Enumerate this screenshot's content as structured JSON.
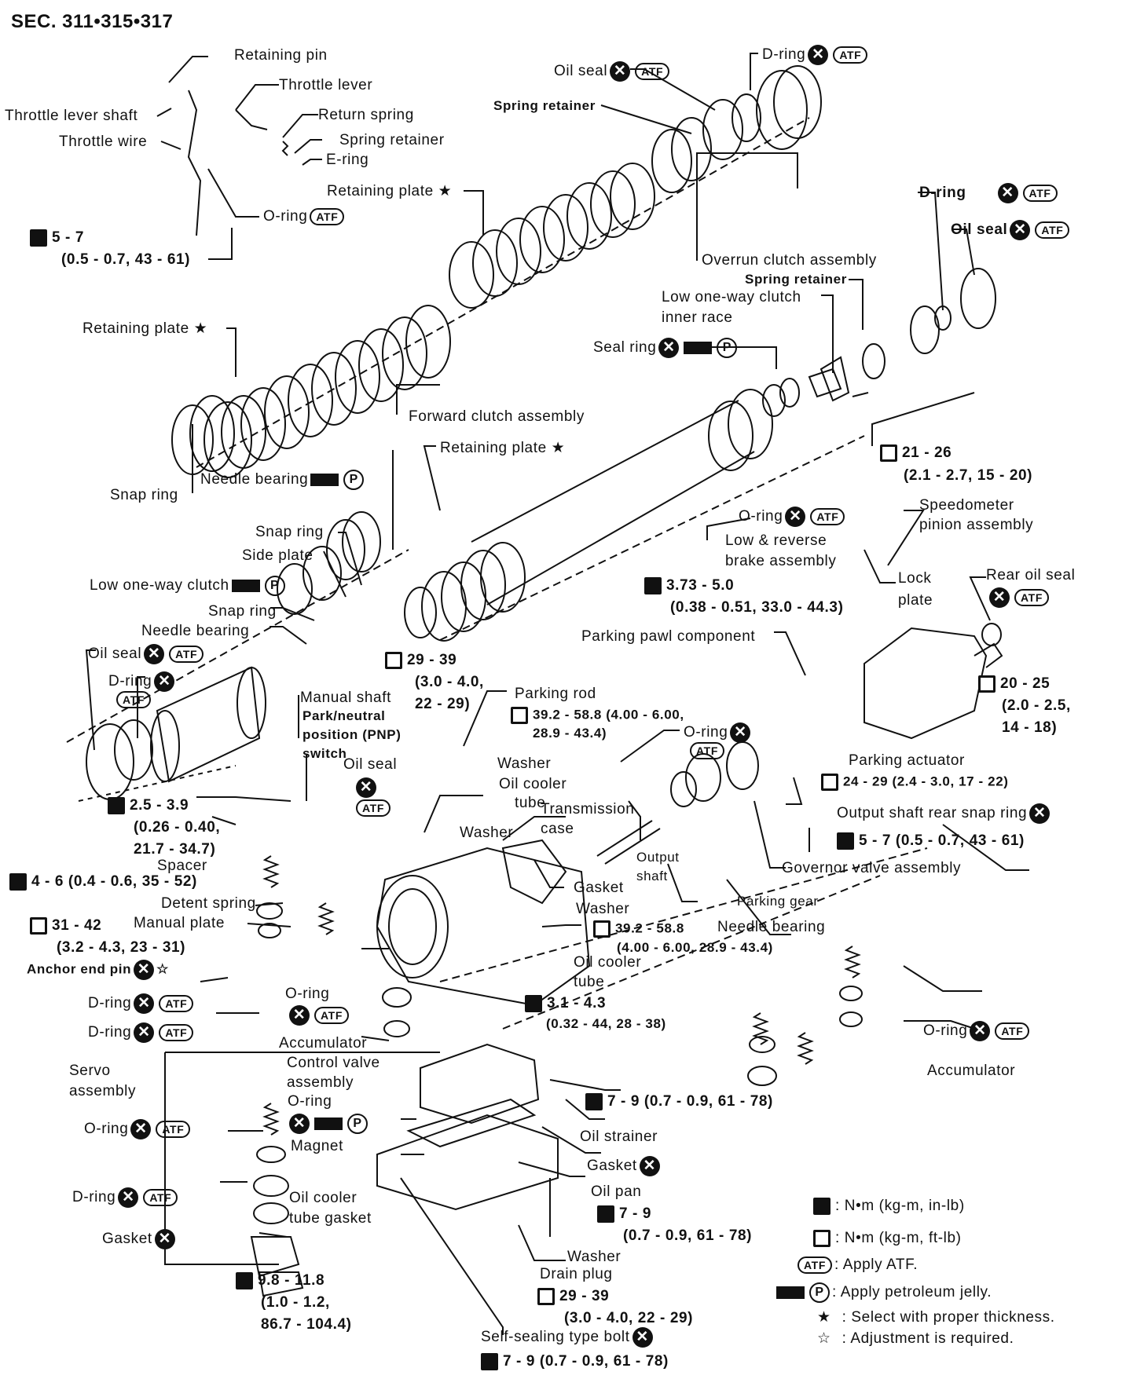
{
  "section": "SEC. 311•315•317",
  "icons": {
    "replace": "x-circle-icon",
    "atf": "ATF",
    "jelly": "petroleum-jelly-icon",
    "petroleum": "P",
    "torque_inlb": "torque-wrench-inlb-icon",
    "torque_ftlb": "torque-wrench-ftlb-icon"
  },
  "labels": {
    "retaining_pin": "Retaining pin",
    "throttle_lever": "Throttle lever",
    "throttle_lever_shaft": "Throttle lever shaft",
    "return_spring": "Return spring",
    "throttle_wire": "Throttle wire",
    "spring_retainer_top": "Spring retainer",
    "e_ring": "E-ring",
    "o_ring_top": "O-ring",
    "retaining_plate_1": "Retaining plate ★",
    "torque_5_7_top": "5 - 7",
    "torque_5_7_top_sub": "(0.5 - 0.7, 43 - 61)",
    "oil_seal_top": "Oil seal",
    "spring_retainer_2": "Spring retainer",
    "d_ring_top": "D-ring",
    "overrun_clutch": "Overrun clutch assembly",
    "d_ring_right": "D-ring",
    "oil_seal_right": "Oil seal",
    "spring_retainer_3": "Spring retainer",
    "low_one_way_inner_1": "Low one-way clutch",
    "low_one_way_inner_2": "inner race",
    "retaining_plate_2": "Retaining plate ★",
    "seal_ring": "Seal ring",
    "forward_clutch": "Forward clutch assembly",
    "snap_ring_1": "Snap ring",
    "needle_bearing_1": "Needle bearing",
    "retaining_plate_3": "Retaining plate ★",
    "torque_21_26": "21 - 26",
    "torque_21_26_sub": "(2.1 - 2.7, 15 - 20)",
    "o_ring_mid": "O-ring",
    "speedo_1": "Speedometer",
    "speedo_2": "pinion assembly",
    "low_reverse_1": "Low & reverse",
    "low_reverse_2": "brake assembly",
    "snap_ring_2": "Snap ring",
    "side_plate": "Side plate",
    "low_one_way": "Low one-way clutch",
    "torque_373": "3.73 - 5.0",
    "torque_373_sub": "(0.38 - 0.51, 33.0 - 44.3)",
    "lock_plate_1": "Lock",
    "lock_plate_2": "plate",
    "rear_oil_seal": "Rear oil seal",
    "snap_ring_3": "Snap ring",
    "needle_bearing_2": "Needle bearing",
    "parking_pawl": "Parking pawl component",
    "oil_seal_left": "Oil seal",
    "d_ring_left": "D-ring",
    "torque_29_39_a": "29 - 39",
    "torque_29_39_a_sub1": "(3.0 - 4.0,",
    "torque_29_39_a_sub2": "22 - 29)",
    "parking_rod": "Parking rod",
    "torque_392_a": "39.2 - 58.8 (4.00 - 6.00,",
    "torque_392_a_sub": "28.9 - 43.4)",
    "torque_20_25": "20 - 25",
    "torque_20_25_sub1": "(2.0 - 2.5,",
    "torque_20_25_sub2": "14 - 18)",
    "manual_shaft": "Manual shaft",
    "pnp_1": "Park/neutral",
    "pnp_2": "position (PNP)",
    "pnp_3": "switch",
    "o_ring_center": "O-ring",
    "oil_seal_center": "Oil seal",
    "washer_1": "Washer",
    "oil_cooler_tube_1": "Oil cooler",
    "oil_cooler_tube_1b": "tube",
    "parking_actuator": "Parking actuator",
    "torque_24_29": "24 - 29 (2.4 - 3.0, 17 - 22)",
    "torque_25_39": "2.5 - 3.9",
    "torque_25_39_sub1": "(0.26 - 0.40,",
    "torque_25_39_sub2": "21.7 - 34.7)",
    "transmission_case_1": "Transmission",
    "transmission_case_2": "case",
    "output_snap_ring": "Output shaft rear snap ring",
    "torque_5_7_right": "5 - 7 (0.5 - 0.7, 43 - 61)",
    "washer_2": "Washer",
    "spacer": "Spacer",
    "output_shaft_1": "Output",
    "output_shaft_2": "shaft",
    "governor": "Governor valve assembly",
    "torque_4_6": "4 - 6 (0.4 - 0.6, 35 - 52)",
    "gasket_1": "Gasket",
    "detent_spring": "Detent spring",
    "parking_gear": "Parking gear",
    "washer_3": "Washer",
    "torque_392_b": "39.2 - 58.8",
    "torque_392_b_sub": "(4.00 - 6.00, 28.9 - 43.4)",
    "manual_plate": "Manual plate",
    "needle_bearing_3": "Needle bearing",
    "torque_31_42": "31 - 42",
    "torque_31_42_sub": "(3.2 - 4.3, 23 - 31)",
    "oil_cooler_tube_2": "Oil cooler",
    "oil_cooler_tube_2b": "tube",
    "anchor_end_pin": "Anchor end pin",
    "o_ring_lower": "O-ring",
    "d_ring_1": "D-ring",
    "torque_31_43": "3.1 - 4.3",
    "torque_31_43_sub": "(0.32 - 44, 28 - 38)",
    "o_ring_right": "O-ring",
    "d_ring_2": "D-ring",
    "accumulator_left": "Accumulator",
    "control_valve_1": "Control valve",
    "control_valve_2": "assembly",
    "servo_1": "Servo",
    "servo_2": "assembly",
    "accumulator_right": "Accumulator",
    "o_ring_servo": "O-ring",
    "torque_7_9_a": "7 - 9 (0.7 - 0.9, 61 - 78)",
    "o_ring_bottom": "O-ring",
    "oil_strainer": "Oil strainer",
    "magnet": "Magnet",
    "gasket_2": "Gasket",
    "d_ring_3": "D-ring",
    "oil_pan": "Oil pan",
    "oil_cooler_gasket_1": "Oil cooler",
    "oil_cooler_gasket_2": "tube gasket",
    "torque_7_9_b": "7 - 9",
    "torque_7_9_b_sub": "(0.7 - 0.9, 61 - 78)",
    "gasket_3": "Gasket",
    "washer_4": "Washer",
    "drain_plug": "Drain plug",
    "torque_29_39_b": "29 - 39",
    "torque_29_39_b_sub": "(3.0 - 4.0, 22 - 29)",
    "torque_98": "9.8 - 11.8",
    "torque_98_sub1": "(1.0 - 1.2,",
    "torque_98_sub2": "86.7 - 104.4)",
    "self_sealing_bolt": "Self-sealing type bolt",
    "torque_7_9_c": "7 - 9 (0.7 - 0.9, 61 - 78)"
  },
  "legend": {
    "nm_inlb": ": N•m (kg-m, in-lb)",
    "nm_ftlb": ": N•m (kg-m, ft-lb)",
    "apply_atf": ": Apply ATF.",
    "apply_jelly": ": Apply petroleum jelly.",
    "select": ": Select with proper thickness.",
    "adjust": ": Adjustment is required.",
    "star_filled": "★",
    "star_open": "☆"
  }
}
